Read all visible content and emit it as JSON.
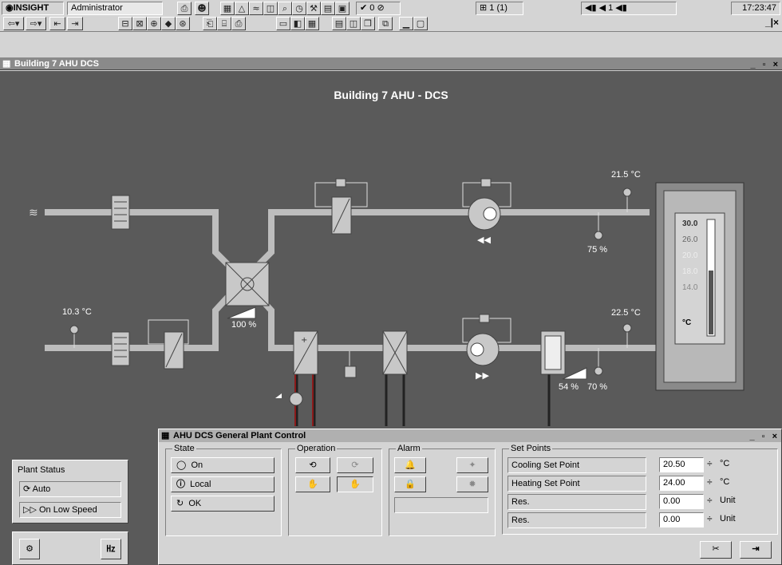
{
  "toolbar": {
    "app_name": "INSIGHT",
    "user": "Administrator",
    "alarm_count": "0",
    "page_indicator": "1 (1)",
    "level_indicator": "1",
    "clock": "17:23:47"
  },
  "window": {
    "title": "Building 7 AHU DCS"
  },
  "diagram": {
    "title": "Building 7 AHU - DCS",
    "supply_temp": "21.5 °C",
    "supply_humidity": "75 %",
    "outside_temp": "10.3 °C",
    "mixing_damper": "100 %",
    "return_temp": "22.5 °C",
    "return_humidity": "70 %",
    "humidifier_output": "54 %",
    "thermometer_ticks": [
      "30.0",
      "26.0",
      "20.0",
      "18.0",
      "14.0"
    ],
    "thermometer_unit": "°C",
    "fan_level_supply": 0.55,
    "humidifier_level": 0.54
  },
  "plant_status": {
    "title": "Plant Status",
    "mode": "Auto",
    "speed": "On Low Speed"
  },
  "dialog": {
    "title": "AHU DCS General Plant Control",
    "state": {
      "label": "State",
      "items": [
        "On",
        "Local",
        "OK"
      ]
    },
    "operation_label": "Operation",
    "alarm_label": "Alarm",
    "setpoints": {
      "label": "Set Points",
      "rows": [
        {
          "name": "Cooling Set Point",
          "value": "20.50",
          "unit": "°C"
        },
        {
          "name": "Heating Set Point",
          "value": "24.00",
          "unit": "°C"
        },
        {
          "name": "Res.",
          "value": "0.00",
          "unit": "Unit"
        },
        {
          "name": "Res.",
          "value": "0.00",
          "unit": "Unit"
        }
      ]
    }
  },
  "colors": {
    "canvas_bg": "#5a5a5a",
    "duct": "#bdbdbd",
    "chrome": "#d4d4d4"
  }
}
